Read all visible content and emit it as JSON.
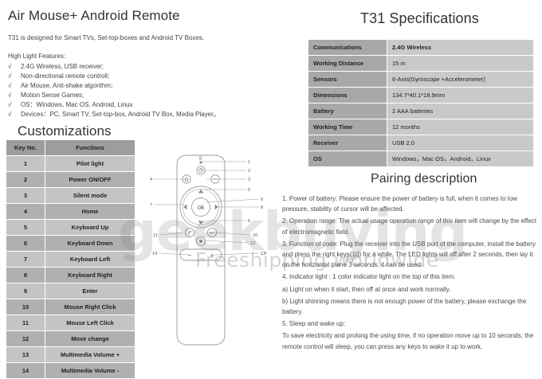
{
  "document": {
    "title": "Air Mouse+ Android Remote",
    "intro": "T31 is designed for Smart TVs, Set-top-boxes and  Android TV Boxes.",
    "features_title": "High Light Features:",
    "features": [
      "2.4G Wireless, USB receiver;",
      "Non-directional remote controll;",
      "Air Mouse, Anti-shake algorithm;",
      "Motion Sense Games;",
      "OS：Windows, Mac OS, Android, Linux",
      "Devices：PC, Smart TV, Set-top-box, Android TV Box, Media Player。"
    ],
    "check_glyph": "√"
  },
  "watermark": {
    "main": "geekbuying",
    "sub": "Freeshipping worldwide"
  },
  "customizations": {
    "title": "Customizations",
    "headers": [
      "Key No.",
      "Functions"
    ],
    "rows": [
      [
        "1",
        "Pilot light"
      ],
      [
        "2",
        "Power ON/OFF"
      ],
      [
        "3",
        "Silent mode"
      ],
      [
        "4",
        "Home"
      ],
      [
        "5",
        "Keyboard Up"
      ],
      [
        "6",
        "Keyboard Down"
      ],
      [
        "7",
        "Keyboard Left"
      ],
      [
        "8",
        "Keyboard Right"
      ],
      [
        "9",
        "Enter"
      ],
      [
        "10",
        "Mouse Right Click"
      ],
      [
        "11",
        "Mouse Left Click"
      ],
      [
        "12",
        "Move change"
      ],
      [
        "13",
        "Multimedia Volume +"
      ],
      [
        "14",
        "Multimedia Volume -"
      ]
    ]
  },
  "specifications": {
    "title": "T31 Specifications",
    "rows": [
      [
        "Communications",
        "2.4G Wireless"
      ],
      [
        "Working Distance",
        "15 m"
      ],
      [
        "Sensors",
        "6-Axis(Gyroscope +Accelerometer)"
      ],
      [
        "Dimensions",
        "134.7*40.1*18.9mm"
      ],
      [
        "Battery",
        "2 AAA batteries"
      ],
      [
        "Working Time",
        "12 months"
      ],
      [
        "Receiver",
        "USB 2.0"
      ],
      [
        "OS",
        "Windows，Mac OS，Android，Linux"
      ]
    ]
  },
  "pairing": {
    "title": "Pairing description",
    "paragraphs": [
      "1. Power of battery: Please ensure the power of battery is full, when it comes to low pressure, stability of cursor will be affected.",
      "2. Operation range: The actual usage operation range of this item will change by the effect of electromagnetic field.",
      "3. Function of code: Plug the receiver into the USB port of the computer, install the battery and press the right keys(10) for a while. The LED lights will off after 2 seconds, then lay it on the horizontal plane 3 seconds, it can be used.",
      "4. Indicator light : 1 color indicator light on the top of this item.",
      "a) Light on when it start, then off at once and work normally.",
      "b) Light shinning means there is not enough power of the battery, please exchange the battery.",
      "5. Sleep and wake up:",
      "To save electricity and prolong the using time, if no operation move up to 10 seconds, the remote control will sleep, you can press any keys to wake it up to work."
    ]
  },
  "remote": {
    "ok_label": "ok",
    "callouts": [
      "0",
      "1",
      "2",
      "3",
      "4",
      "5",
      "6",
      "7",
      "8",
      "9",
      "10",
      "11",
      "12",
      "13",
      "14"
    ],
    "volume_up": "+",
    "volume_down": "−"
  }
}
